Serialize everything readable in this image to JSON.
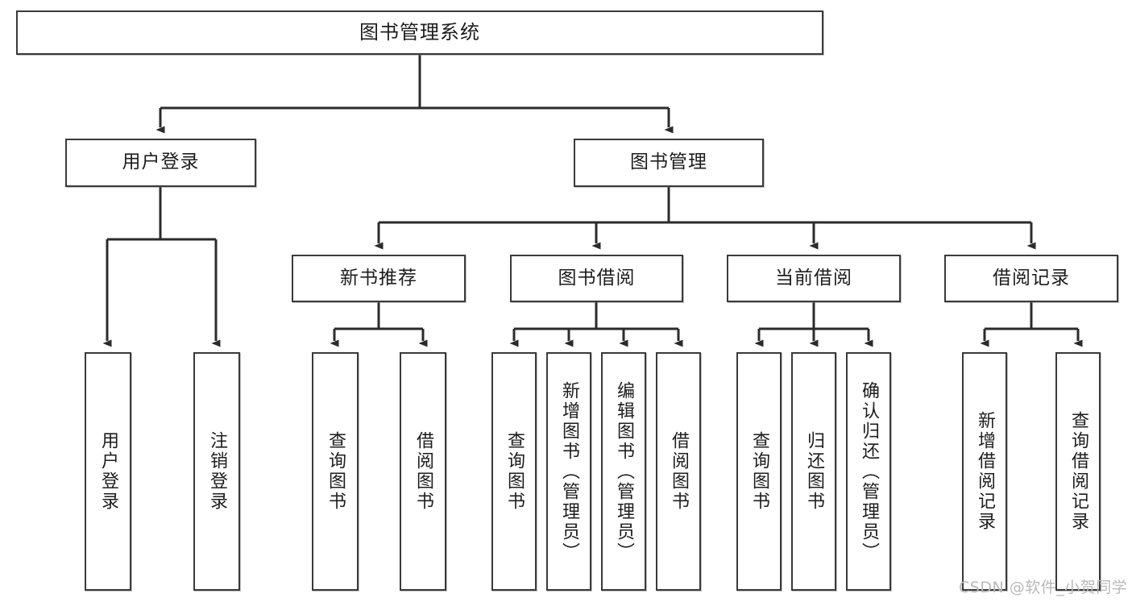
{
  "diagram": {
    "title": "图书管理系统",
    "type": "tree",
    "watermark": "CSDN @软件_小贺同学",
    "colors": {
      "node_border": "#3a3a3a",
      "node_fill": "#ffffff",
      "edge": "#2b2b2b",
      "watermark": "#b9b9b9",
      "background": "#ffffff"
    },
    "nodes": {
      "root": {
        "label": "图书管理系统"
      },
      "level2": [
        {
          "id": "user-login",
          "label": "用户登录"
        },
        {
          "id": "book-management",
          "label": "图书管理"
        }
      ],
      "level3": [
        {
          "id": "new-book-recommend",
          "label": "新书推荐"
        },
        {
          "id": "book-borrow",
          "label": "图书借阅"
        },
        {
          "id": "current-borrow",
          "label": "当前借阅"
        },
        {
          "id": "borrow-record",
          "label": "借阅记录"
        }
      ],
      "leaves": {
        "user-login": [
          {
            "id": "leaf-user-login",
            "label": "用户登录"
          },
          {
            "id": "leaf-logout-login",
            "label": "注销登录"
          }
        ],
        "new-book-recommend": [
          {
            "id": "leaf-query-book-1",
            "label": "查询图书"
          },
          {
            "id": "leaf-borrow-book-1",
            "label": "借阅图书"
          }
        ],
        "book-borrow": [
          {
            "id": "leaf-query-book-2",
            "label": "查询图书"
          },
          {
            "id": "leaf-add-book-admin",
            "label": "新增图书（管理员）"
          },
          {
            "id": "leaf-edit-book-admin",
            "label": "编辑图书（管理员）"
          },
          {
            "id": "leaf-borrow-book-2",
            "label": "借阅图书"
          }
        ],
        "current-borrow": [
          {
            "id": "leaf-query-book-3",
            "label": "查询图书"
          },
          {
            "id": "leaf-return-book",
            "label": "归还图书"
          },
          {
            "id": "leaf-confirm-return-admin",
            "label": "确认归还（管理员）"
          }
        ],
        "borrow-record": [
          {
            "id": "leaf-add-borrow-record",
            "label": "新增借阅记录"
          },
          {
            "id": "leaf-query-borrow-record",
            "label": "查询借阅记录"
          }
        ]
      }
    }
  }
}
